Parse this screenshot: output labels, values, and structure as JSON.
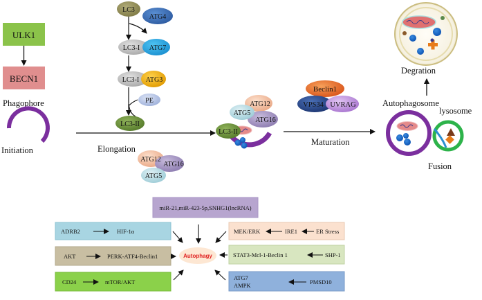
{
  "top": {
    "ulk1": "ULK1",
    "becn1": "BECN1",
    "phagophore": "Phagophore",
    "initiation": "Initiation",
    "elongation": "Elongation",
    "maturation": "Maturation",
    "autophagosome": "Autophagosome",
    "lysosome": "lysosome",
    "fusion": "Fusion",
    "degration": "Degration"
  },
  "cascade": {
    "lc3": "LC3",
    "atg4": "ATG4",
    "lc3i_a": "LC3-I",
    "atg7": "ATG7",
    "lc3i_b": "LC3-I",
    "atg3": "ATG3",
    "pe": "PE",
    "lc3ii": "LC3-II"
  },
  "complex": {
    "atg12": "ATG12",
    "atg5": "ATG5",
    "atg16": "ATG16",
    "lc3ii": "LC3-II"
  },
  "loose_complex": {
    "atg12": "ATG12",
    "atg16": "ATG16",
    "atg5": "ATG5"
  },
  "maturation_complex": {
    "beclin1": "Beclin1",
    "vps34": "VPS34",
    "uvrag": "UVRAG"
  },
  "regulation": {
    "center": "Autophagy",
    "mirna": "miR-21,miR-423-5p,SNHG1(lncRNA)",
    "adrb2": "ADRB2",
    "hif1a": "HIF-1α",
    "akt": "AKT",
    "perk": "PERK-ATF4-Beclin1",
    "cd24": "CD24",
    "mtor": "mTOR/AKT",
    "mekerk": "MEK/ERK",
    "ire1": "IRE1",
    "erstress": "ER Stress",
    "stat3": "STAT3-Mcl-1-Beclin 1",
    "shp1": "SHP-1",
    "atg7": "ATG7",
    "ampk": "AMPK",
    "pmsd10": "PMSD10"
  },
  "colors": {
    "ulk1": "#8bc34a",
    "becn1": "#e08e8e",
    "purple_ring": "#7b2f9e",
    "green_ring": "#2db34a",
    "lc3": "#8e8a55",
    "atg4": "#3a6fb7",
    "atg7": "#27a7e1",
    "atg3": "#f5b800",
    "pe": "#b9c6e6",
    "lc3ii": "#6a8f3a",
    "atg12": "#f2c2a4",
    "atg5": "#b7dbe3",
    "atg16": "#a898c4",
    "beclin1": "#e8702a",
    "vps34": "#2b4b8c",
    "uvrag": "#c59ce0",
    "mirna_box": "#b7a5cf",
    "adrb2_box": "#a8d5e2",
    "akt_box": "#c8bea2",
    "cd24_box": "#8bd14a",
    "mek_box": "#fbe1cf",
    "stat3_box": "#d8e6c0",
    "atg7_box": "#8fb1dc",
    "autophagy_bg": "#fde7d3",
    "autophagy_text": "#e02020"
  }
}
